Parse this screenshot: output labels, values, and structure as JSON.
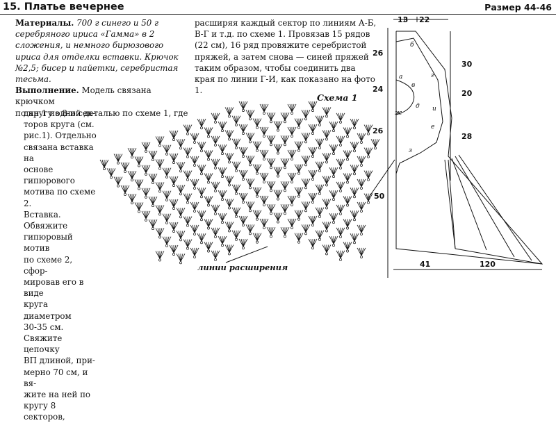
{
  "header": {
    "title": "15. Платье вечернее",
    "size": "Размер 44-46"
  },
  "materials": {
    "label": "Материалы.",
    "text": " 700 г синего и 50 г серебряного ириса «Гамма» в 2 сложения, и немного бирюзового ириса для отделки вставки. Крючок №2,5; бисер и пайетки, серебристая тесьма."
  },
  "execution": {
    "label": "Выполнение.",
    "line1": " Модель связана крючком",
    "line2": "по кругу одной деталью по схеме 1, где",
    "line3": "дан 1 из 8-и сек-",
    "line4": "торов   круга   (см.",
    "line5": "рис.1).    Отдельно",
    "line6": "связана вставка на",
    "line7": "основе гипюрового",
    "line8": "мотива по схеме 2.",
    "line9": "Вставка. Обвяжите",
    "line10": "гипюровый мотив",
    "line11": "по схеме 2, сфор-",
    "line12": "мировав его в виде",
    "line13": "круга   диаметром",
    "line14": "30-35 см.",
    "line15": "Свяжите  цепочку",
    "line16": "ВП   длиной,   при-",
    "line17": "мерно 70 см, и вя-",
    "line18": "жите  на  ней  по",
    "line19": "кругу 8 секторов,"
  },
  "col2": {
    "text": "расширяя каждый сектор по линиям А-Б, В-Г и т.д. по схеме 1. Провязав 15 рядов (22 см), 16 ряд провяжите серебристой пряжей, а затем снова — синей пряжей таким образом, чтобы соединить два края по линии Г-И, как показано на фото 1."
  },
  "schema": {
    "title": "Схема 1",
    "expansion_label": "линии расширения"
  },
  "pattern": {
    "top_width": "13",
    "top_right": "22",
    "left_a": "26",
    "left_b": "24",
    "left_c": "26",
    "right_a": "30",
    "right_b": "20",
    "right_c": "28",
    "hem_left": "50",
    "bottom_a": "41",
    "bottom_b": "120",
    "points": [
      "б",
      "а",
      "в",
      "г",
      "д",
      "ж",
      "и",
      "е",
      "з"
    ]
  }
}
